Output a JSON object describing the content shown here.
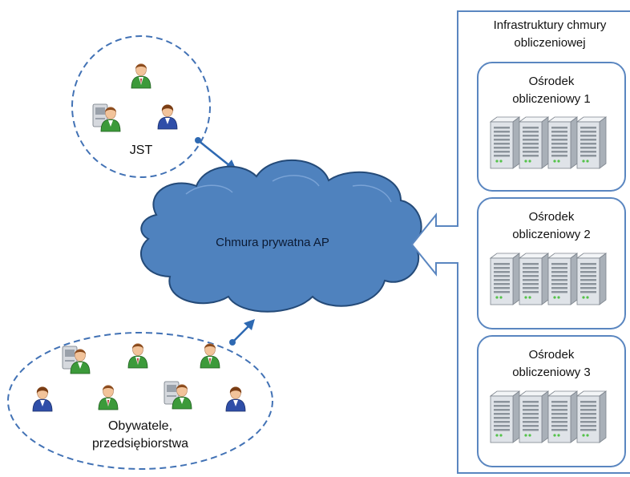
{
  "colors": {
    "cloud_fill": "#4f82be",
    "cloud_stroke": "#244a78",
    "connector": "#2e69b2",
    "panel_border": "#5a86c0",
    "group_border": "#4272b5",
    "server_body": "#dfe3e8",
    "person_green": "#3c9a3a",
    "person_blue": "#2f4ea8"
  },
  "groups": {
    "jst_label": "JST",
    "citizens_label": [
      "Obywatele,",
      "przedsiębiorstwa"
    ]
  },
  "cloud": {
    "label": "Chmura prywatna AP"
  },
  "infrastructure": {
    "title": [
      "Infrastruktury chmury",
      "obliczeniowej"
    ],
    "centers": [
      {
        "label": [
          "Ośrodek",
          "obliczeniowy 1"
        ],
        "icon": "server-rack-icon",
        "server_count": 4
      },
      {
        "label": [
          "Ośrodek",
          "obliczeniowy 2"
        ],
        "icon": "server-rack-icon",
        "server_count": 4
      },
      {
        "label": [
          "Ośrodek",
          "obliczeniowy 3"
        ],
        "icon": "server-rack-icon",
        "server_count": 4
      }
    ]
  },
  "icons": [
    "person-icon",
    "workstation-user-icon",
    "server-rack-icon",
    "cloud-icon",
    "arrow-icon"
  ]
}
